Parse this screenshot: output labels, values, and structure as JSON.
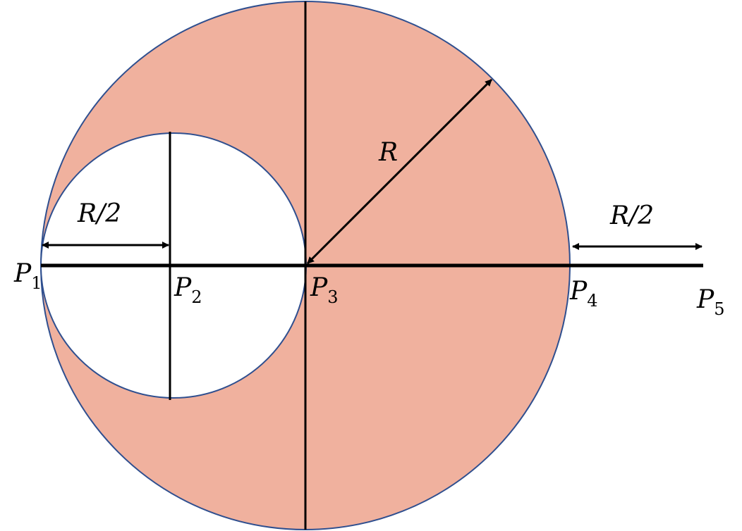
{
  "colors": {
    "fill": "#f0b19e",
    "outline": "#2f4f8f",
    "line": "#000000",
    "hole": "#ffffff"
  },
  "labels": {
    "radius": "R",
    "half_radius_left": "R/2",
    "half_radius_right": "R/2",
    "points": [
      {
        "name": "P",
        "sub": "1"
      },
      {
        "name": "P",
        "sub": "2"
      },
      {
        "name": "P",
        "sub": "3"
      },
      {
        "name": "P",
        "sub": "4"
      },
      {
        "name": "P",
        "sub": "5"
      }
    ]
  }
}
